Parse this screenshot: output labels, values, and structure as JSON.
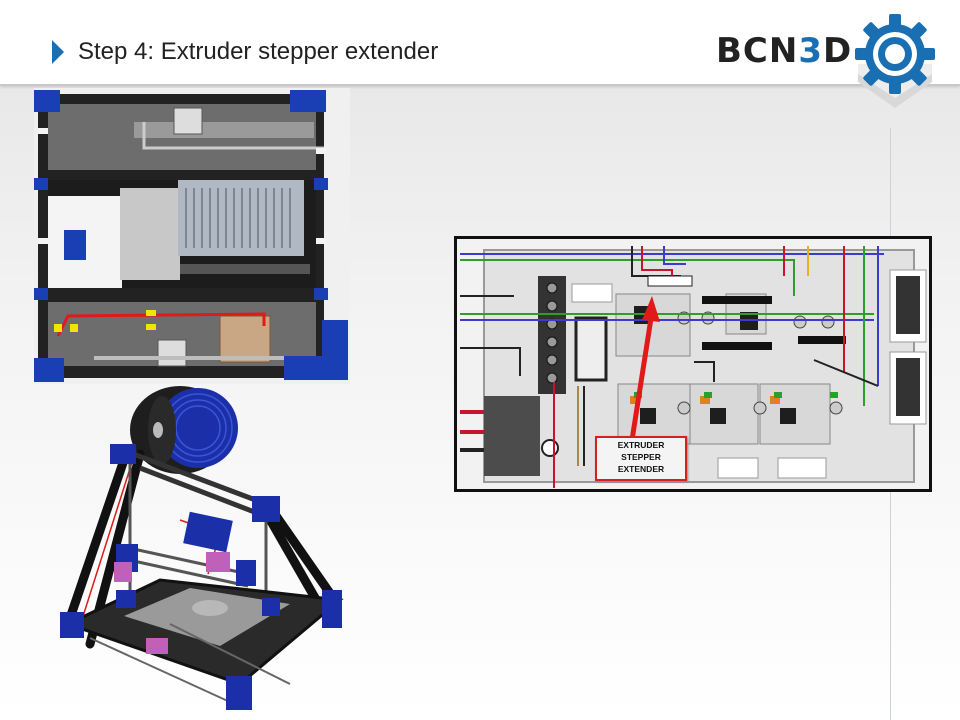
{
  "slide": {
    "title": "Step 4: Extruder stepper extender"
  },
  "logo": {
    "text_prefix": "BCN",
    "text_number": "3",
    "text_suffix": "D",
    "icon": "gear-icon",
    "brand_color": "#1a6fb3"
  },
  "callout": {
    "line1": "EXTRUDER",
    "line2": "STEPPER",
    "line3": "EXTENDER",
    "border_color": "#d62020"
  },
  "figures": [
    {
      "name": "printer-top-view",
      "icon": "printer-top-view-image"
    },
    {
      "name": "printer-3d-view",
      "icon": "printer-isometric-image"
    },
    {
      "name": "electronics-board-diagram",
      "icon": "ramps-board-image"
    }
  ]
}
